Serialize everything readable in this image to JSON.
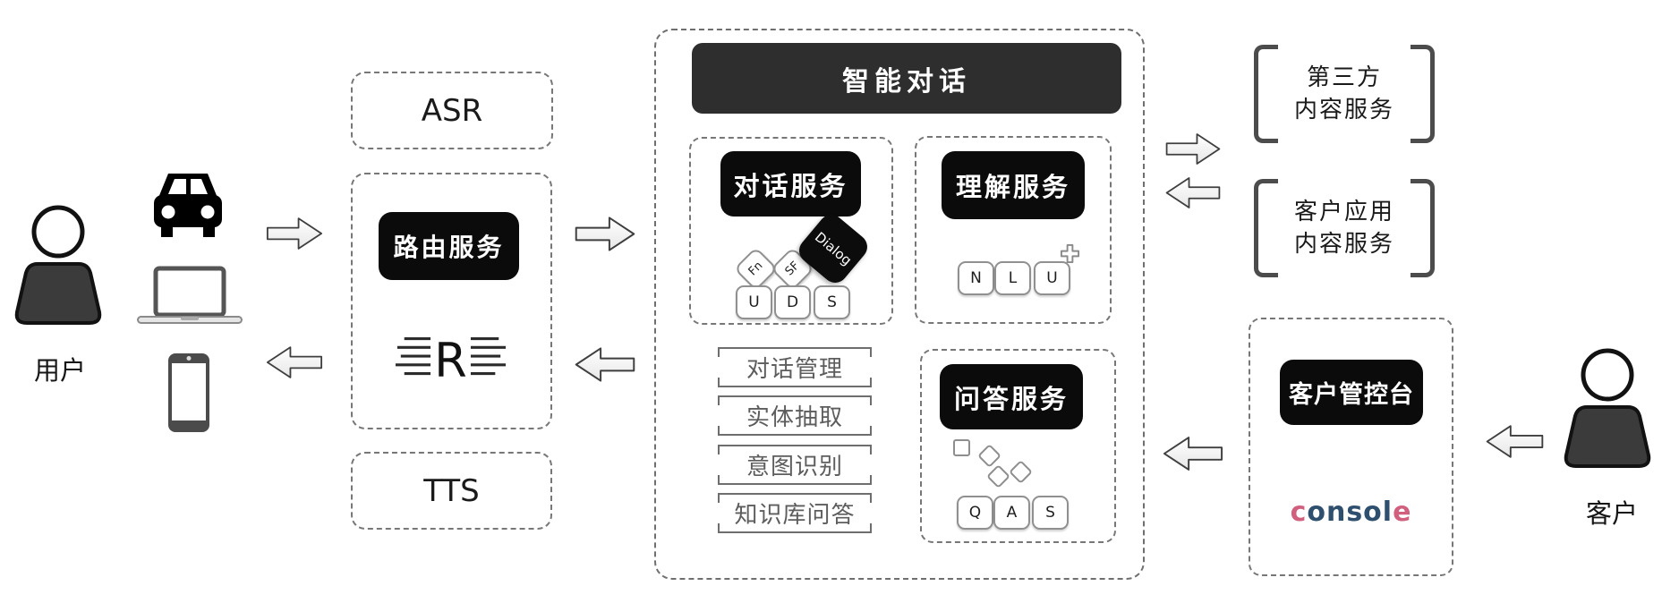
{
  "left": {
    "user_label": "用户",
    "device_icons": [
      "car-icon",
      "laptop-icon",
      "phone-icon"
    ]
  },
  "gateway": {
    "asr_label": "ASR",
    "routing_label": "路由服务",
    "routing_logo_letter": "R",
    "tts_label": "TTS"
  },
  "dialog_platform": {
    "title": "智能对话",
    "dialog_service": {
      "label": "对话服务",
      "small_keys": [
        "Fn",
        "SF"
      ],
      "dark_key": "Dialog",
      "keys": [
        "U",
        "D",
        "S"
      ]
    },
    "nlu_service": {
      "label": "理解服务",
      "keys": [
        "N",
        "L",
        "U"
      ]
    },
    "qa_service": {
      "label": "问答服务",
      "keys": [
        "Q",
        "A",
        "S"
      ]
    },
    "capabilities": [
      "对话管理",
      "实体抽取",
      "意图识别",
      "知识库问答"
    ]
  },
  "right": {
    "third_party": {
      "line1": "第三方",
      "line2": "内容服务"
    },
    "customer_app": {
      "line1": "客户应用",
      "line2": "内容服务"
    },
    "console_box": {
      "label": "客户管控台"
    },
    "console_brand": {
      "c1": "c",
      "mid": "onsol",
      "c2": "e"
    },
    "customer_label": "客户"
  },
  "colors": {
    "pill_black": "#0b0b0b",
    "header_dark": "#2e2e2e",
    "dashed_border": "#777777",
    "capability_text": "#5d5d5d",
    "console_pink": "#d0607e",
    "console_navy": "#2f4f6e"
  }
}
